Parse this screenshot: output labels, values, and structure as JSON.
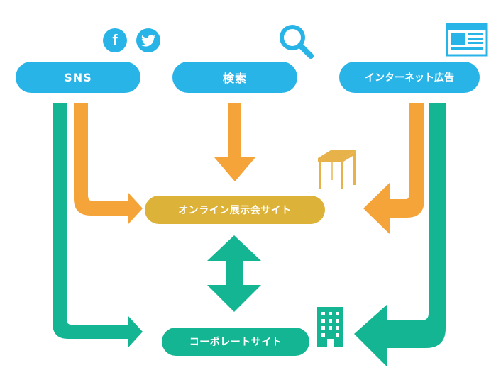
{
  "nodes": {
    "sns": "SNS",
    "search": "検索",
    "internet_ad": "インターネット広告",
    "online_exhibition": "オンライン展示会サイト",
    "corporate_site": "コーポレートサイト"
  },
  "icons": {
    "facebook": "facebook-icon",
    "facebook_glyph": "f",
    "twitter": "twitter-icon",
    "search": "magnifier-icon",
    "ad": "web-ad-icon",
    "booth": "exhibition-booth-icon",
    "building": "building-icon"
  },
  "colors": {
    "blue": "#29b4e8",
    "orange": "#f5a43a",
    "teal": "#14b592",
    "gold": "#ddb239"
  }
}
